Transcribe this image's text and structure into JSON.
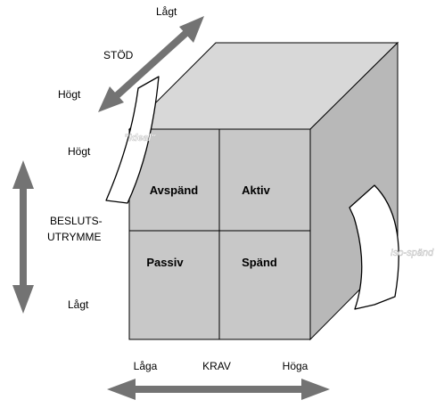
{
  "support_axis": {
    "label": "STÖD",
    "low_label": "Lågt",
    "high_label": "Högt"
  },
  "decision_axis": {
    "label_line1": "BESLUTS-",
    "label_line2": "UTRYMME",
    "high_label": "Högt",
    "low_label": "Lågt"
  },
  "demand_axis": {
    "label": "KRAV",
    "low_label": "Låga",
    "high_label": "Höga"
  },
  "quadrants": {
    "top_left": "Avspänd",
    "top_right": "Aktiv",
    "bottom_left": "Passiv",
    "bottom_right": "Spänd"
  },
  "curved_arrows": {
    "left_label": "\"Ideal\"",
    "right_label": "Iso-spänd"
  },
  "colors": {
    "cube_front": "#c8c8c8",
    "cube_top": "#d8d8d8",
    "cube_side": "#b8b8b8",
    "arrow": "#737373",
    "outline": "#000000"
  }
}
